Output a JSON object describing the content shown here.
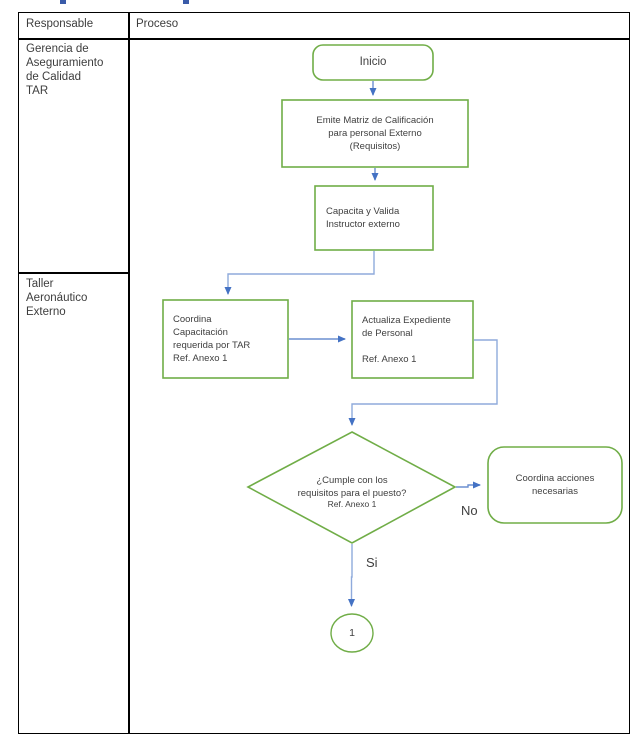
{
  "table": {
    "col1_header": "Responsable",
    "col2_header": "Proceso",
    "rows": [
      {
        "responsable": "Gerencia de\nAseguramiento\nde Calidad\nTAR"
      },
      {
        "responsable": "Taller\nAeronáutico\nExterno"
      }
    ]
  },
  "flowchart": {
    "start_label": "Inicio",
    "emite_box": "Emite Matriz de Calificación\npara personal Externo\n(Requisitos)",
    "capacita_box": "Capacita y Valida\nInstructor externo",
    "coordina_capacitacion_box": "Coordina\nCapacitación\nrequerida por TAR\nRef. Anexo 1",
    "actualiza_box": "Actualiza Expediente\nde Personal\n\nRef. Anexo 1",
    "decision_question": "¿Cumple con los\nrequisitos para el puesto?",
    "decision_ref": "Ref. Anexo 1",
    "no_label": "No",
    "si_label": "Si",
    "coordina_acciones_box": "Coordina acciones\nnecesarias",
    "offpage_connector_label": "1"
  },
  "colors": {
    "shape_border": "#70AD47",
    "connector_line": "#8FAADC",
    "arrowhead": "#4472C4",
    "table_border": "#000000",
    "text": "#404040"
  }
}
